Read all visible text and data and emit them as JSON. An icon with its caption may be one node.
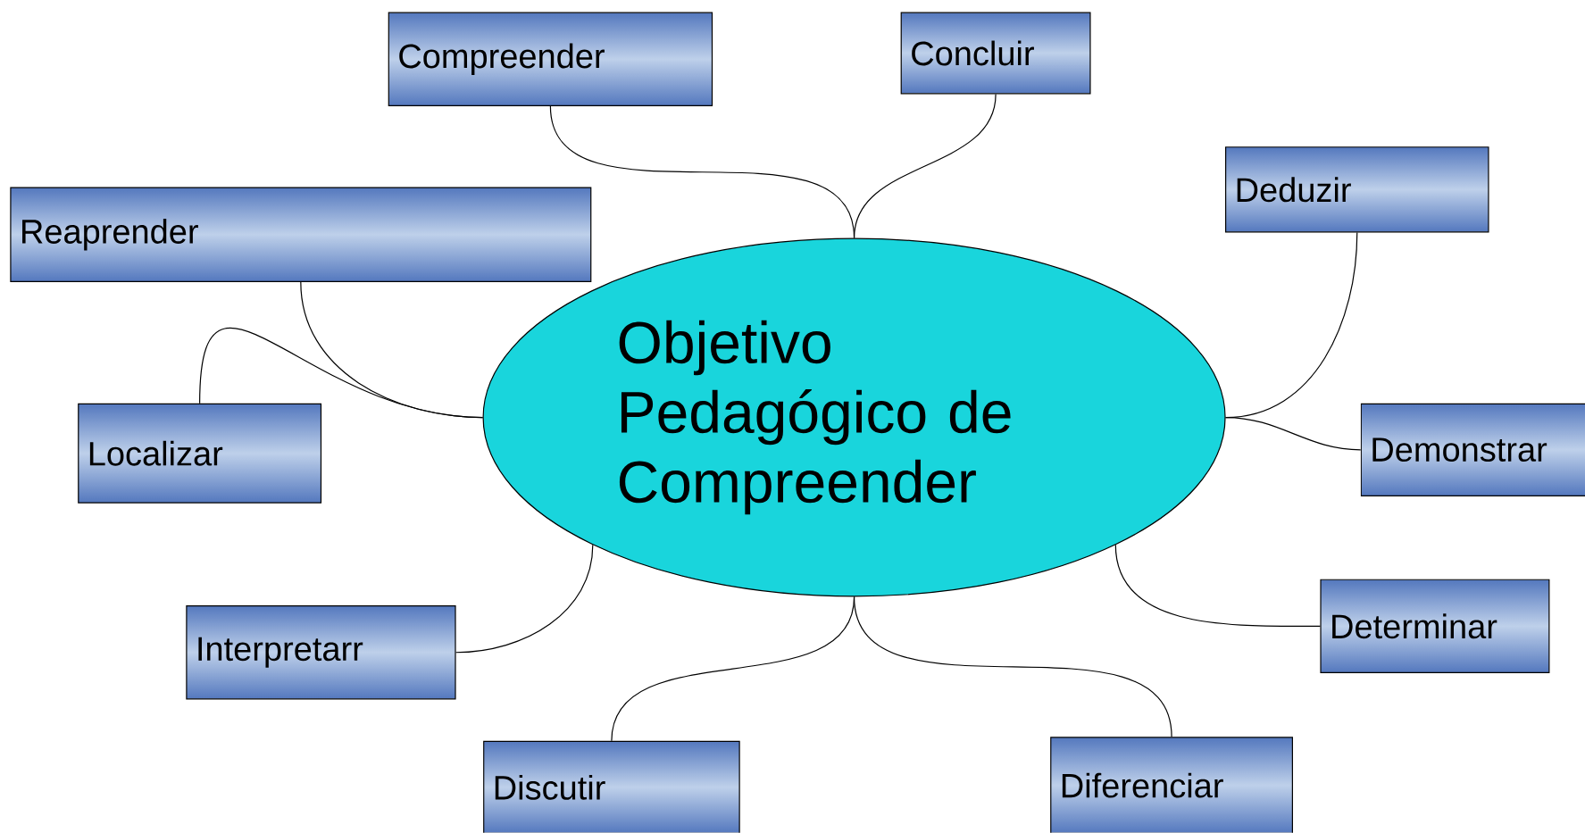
{
  "diagram": {
    "nodes": [
      {
        "text": [
          "Objetivo Pedagógico de Compreender"
        ]
      },
      {
        "text": [
          "Compreender"
        ]
      },
      {
        "text": [
          "Concluir"
        ]
      },
      {
        "text": [
          "Deduzir"
        ]
      },
      {
        "text": [
          "Reaprender"
        ]
      },
      {
        "text": [
          "Localizar"
        ]
      },
      {
        "text": [
          "Demonstrar"
        ]
      },
      {
        "text": [
          "Interpretarr"
        ]
      },
      {
        "text": [
          "Determinar"
        ]
      },
      {
        "text": [
          "Discutir"
        ]
      },
      {
        "text": [
          "Diferenciar"
        ]
      }
    ],
    "edges": [
      {
        "from": 1,
        "to": 0,
        "arrow": "none"
      },
      {
        "from": 2,
        "to": 0,
        "arrow": "none"
      },
      {
        "from": 3,
        "to": 0,
        "arrow": "none"
      },
      {
        "from": 4,
        "to": 0,
        "arrow": "none"
      },
      {
        "from": 5,
        "to": 0,
        "arrow": "none"
      },
      {
        "from": 6,
        "to": 0,
        "arrow": "none"
      },
      {
        "from": 7,
        "to": 0,
        "arrow": "none"
      },
      {
        "from": 8,
        "to": 0,
        "arrow": "none"
      },
      {
        "from": 9,
        "to": 0,
        "arrow": "none"
      },
      {
        "from": 10,
        "to": 0,
        "arrow": "none"
      }
    ]
  }
}
